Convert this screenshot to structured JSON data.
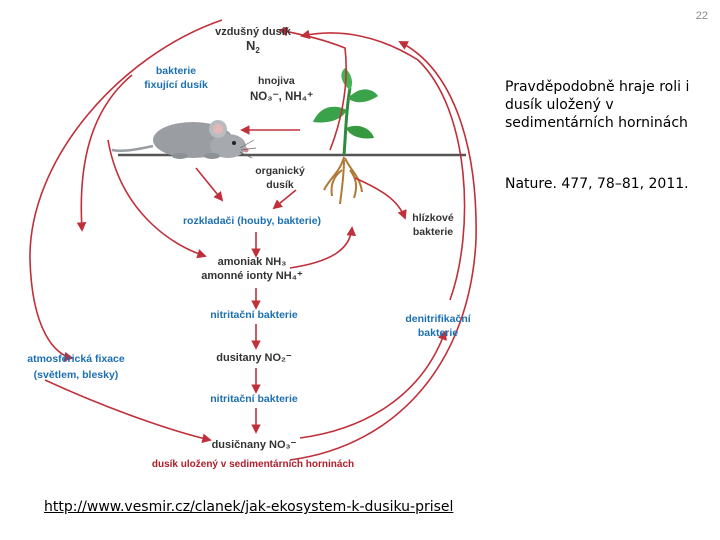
{
  "page_number": "22",
  "side_text": "Pravděpodobně hraje roli i dusík uložený v sedimentárních horninách",
  "citation": "Nature. 477, 78–81, 2011.",
  "source_link": "http://www.vesmir.cz/clanek/jak-ekosystem-k-dusiku-prisel",
  "colors": {
    "arrow": "#c0303a",
    "blue_label": "#1c6fb3",
    "dark_label": "#333333",
    "red_label": "#b11d2b",
    "soil": "#555555"
  },
  "diagram": {
    "air_nitrogen": "vzdušný dusík",
    "n2": "N",
    "n2_sub": "2",
    "fixing_bacteria_1": "bakterie",
    "fixing_bacteria_2": "fixující dusík",
    "fertilizers": "hnojiva",
    "fertilizers_formula": "NO₃⁻, NH₄⁺",
    "organic_nitrogen_1": "organický",
    "organic_nitrogen_2": "dusík",
    "decomposers": "rozkladači (houby, bakterie)",
    "ammonia": "amoniak NH₃",
    "ammonium": "amonné ionty NH₄⁺",
    "nitrifying_1": "nitritační bakterie",
    "nitrites": "dusitany NO₂⁻",
    "nitrifying_2": "nitritační bakterie",
    "nitrates": "dusičnany NO₃⁻",
    "sediment_nitrogen": "dusík uložený v sedimentárních horninách",
    "nodule_bacteria_1": "hlízkové",
    "nodule_bacteria_2": "bakterie",
    "denitrifying_1": "denitrifikační",
    "denitrifying_2": "bakterie",
    "atmospheric_fixation_1": "atmosférická fixace",
    "atmospheric_fixation_2": "(světlem, blesky)"
  }
}
